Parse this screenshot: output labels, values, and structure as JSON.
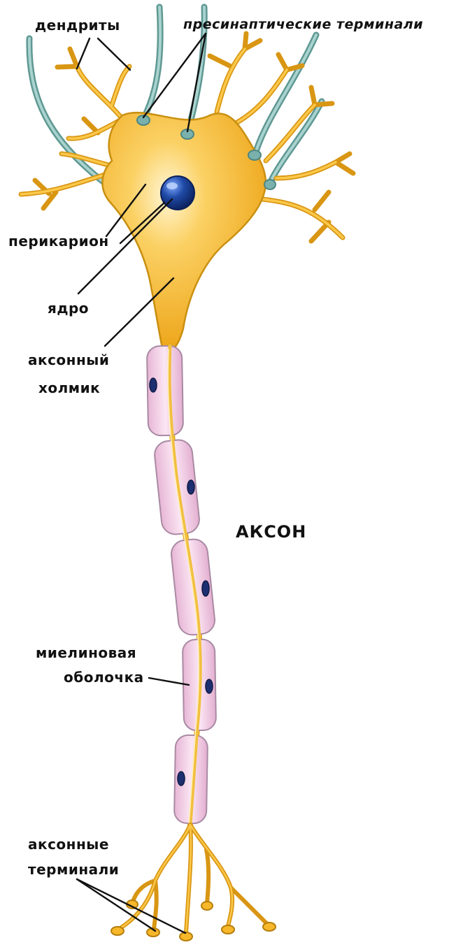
{
  "labels": {
    "dendrites": "дендриты",
    "presynaptic_terminals": "пресинаптические терминали",
    "perikaryon": "перикарион",
    "nucleus": "ядро",
    "axon_hillock_line1": "аксонный",
    "axon_hillock_line2": "холмик",
    "axon": "АКСОН",
    "myelin_line1": "миелиновая",
    "myelin_line2": "оболочка",
    "axon_terminals_line1": "аксонные",
    "axon_terminals_line2": "терминали"
  },
  "colors": {
    "cell_body": "#f7b928",
    "cell_body_highlight": "#fff2c6",
    "cell_outline": "#c98f10",
    "nucleus": "#1c3d8c",
    "myelin": "#f1c9e3",
    "myelin_outline": "#a98aa3",
    "schwann_nucleus": "#1d2f70",
    "presynaptic_fiber": "#7ab1ad",
    "leader_line": "#111111"
  }
}
